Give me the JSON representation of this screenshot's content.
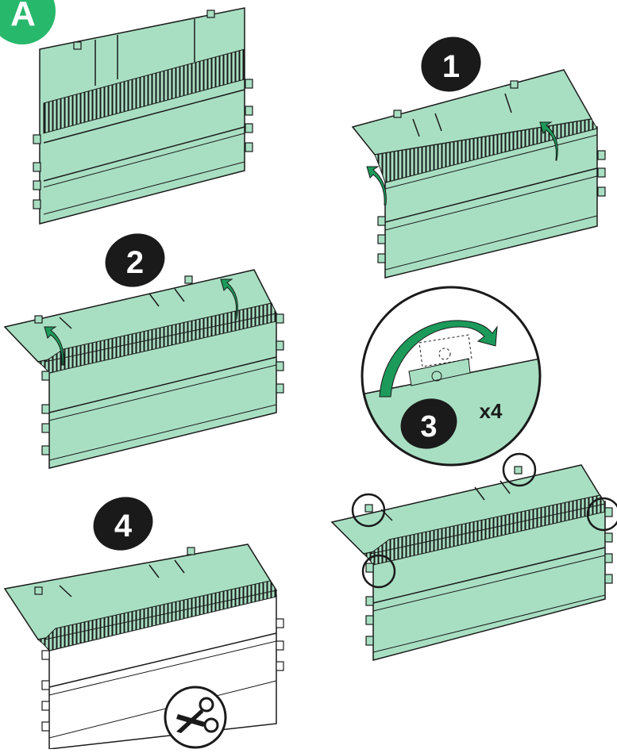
{
  "header_badge": {
    "label": "A"
  },
  "steps": [
    {
      "number": "1"
    },
    {
      "number": "2"
    },
    {
      "number": "3",
      "multiplier": "x4"
    },
    {
      "number": "4"
    }
  ],
  "icons": [
    "scissors-icon",
    "curved-arrow-icon",
    "magnifier-circle"
  ],
  "colors": {
    "panel": "#a8dfc2",
    "panel_dark": "#8fd0ae",
    "arrow": "#1c9a5a",
    "badge_a": "#27b86c",
    "outline": "#1a1a1a",
    "cut_panel": "#ffffff"
  }
}
